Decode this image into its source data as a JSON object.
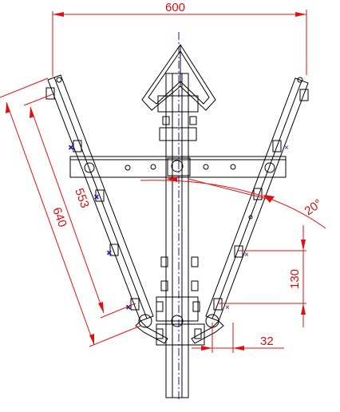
{
  "drawing": {
    "dimensions": {
      "overall_width": "600",
      "arm_inner": "553",
      "arm_outer": "640",
      "lower_height": "130",
      "offset": "32",
      "angle": "20°"
    },
    "colors": {
      "dimension": "#e01010",
      "outline": "#000000",
      "centerline": "#1a1aa8"
    }
  }
}
